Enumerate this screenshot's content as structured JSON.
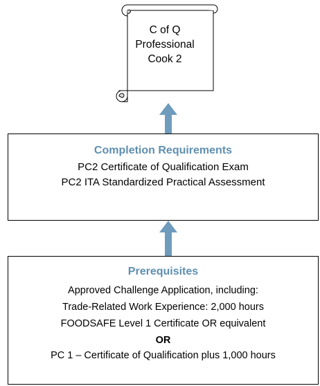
{
  "scroll": {
    "lines": [
      "C of Q",
      "Professional",
      "Cook 2"
    ]
  },
  "completion": {
    "title": "Completion Requirements",
    "lines": [
      "PC2 Certificate of Qualification Exam",
      "PC2 ITA Standardized Practical Assessment"
    ]
  },
  "prerequisites": {
    "title": "Prerequisites",
    "lines": [
      "Approved Challenge Application, including:",
      "Trade-Related Work Experience: 2,000 hours",
      "FOODSAFE Level 1 Certificate OR equivalent"
    ],
    "or_label": "OR",
    "alternative": "PC 1 – Certificate of Qualification plus 1,000 hours"
  },
  "colors": {
    "title_blue": "#5f8fb0",
    "arrow_blue": "#6f9bbd",
    "scroll_fill": "#d9d9d9"
  }
}
